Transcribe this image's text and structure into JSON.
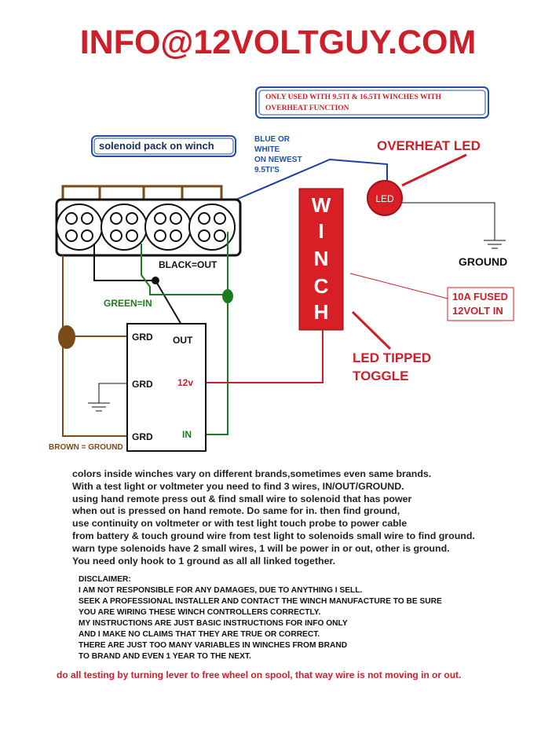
{
  "header": {
    "email": "INFO@12VOLTGUY.COM"
  },
  "callouts": {
    "overheat_note_line1": "ONLY USED WITH 9.5TI & 16.5TI WINCHES WITH",
    "overheat_note_line2": "OVERHEAT FUNCTION",
    "solenoid_pack": "solenoid pack on winch",
    "blue_wire": [
      "BLUE OR",
      "WHITE",
      "ON NEWEST",
      "9.5TI'S"
    ],
    "overheat_led": "OVERHEAT LED",
    "led": "LED",
    "ground_right": "GROUND",
    "winch_letters": [
      "W",
      "I",
      "N",
      "C",
      "H"
    ],
    "fused_line1": "10A FUSED",
    "fused_line2": "12VOLT IN",
    "led_toggle_line1": "LED TIPPED",
    "led_toggle_line2": "TOGGLE",
    "black_out": "BLACK=OUT",
    "green_in": "GREEN=IN",
    "brown_ground": "BROWN = GROUND"
  },
  "controller": {
    "grd_top": "GRD",
    "grd_mid": "GRD",
    "grd_bottom": "GRD",
    "out": "OUT",
    "twelve_v": "12v",
    "in": "IN"
  },
  "instructions": [
    "colors inside winches vary on different  brands,sometimes even same brands.",
    "With a test light or voltmeter you need to find 3 wires, IN/OUT/GROUND.",
    "using hand remote press out & find small wire to solenoid that has power",
    "when out is pressed on hand remote. Do same for in. then find ground,",
    "use continuity on voltmeter or with test light touch probe to power cable",
    "from battery & touch ground wire from test light to solenoids small wire to find ground.",
    "warn type solenoids have 2 small wires, 1 will be power in or out, other is ground.",
    "You need only hook to 1 ground as all all linked together."
  ],
  "disclaimer": [
    "DISCLAIMER:",
    "I AM NOT RESPONSIBLE FOR ANY DAMAGES, DUE TO ANYTHING I SELL.",
    "SEEK A PROFESSIONAL INSTALLER AND CONTACT THE WINCH MANUFACTURE TO BE SURE",
    "YOU ARE WIRING THESE WINCH CONTROLLERS CORRECTLY.",
    "MY INSTRUCTIONS ARE JUST BASIC INSTRUCTIONS FOR INFO ONLY",
    "AND I MAKE NO CLAIMS THAT THEY ARE TRUE OR CORRECT.",
    "THERE ARE JUST TOO MANY VARIABLES IN WINCHES FROM BRAND",
    "TO BRAND AND EVEN 1 YEAR TO THE NEXT."
  ],
  "footer": "do all testing by turning lever to free wheel on spool, that way wire is not moving in or out.",
  "colors": {
    "red": "#cc1f2a",
    "brown": "#7a4a18",
    "green": "#1e7a1e",
    "blue": "#1a3fa0",
    "black": "#111111",
    "label_blue": "#1f4fa8"
  }
}
